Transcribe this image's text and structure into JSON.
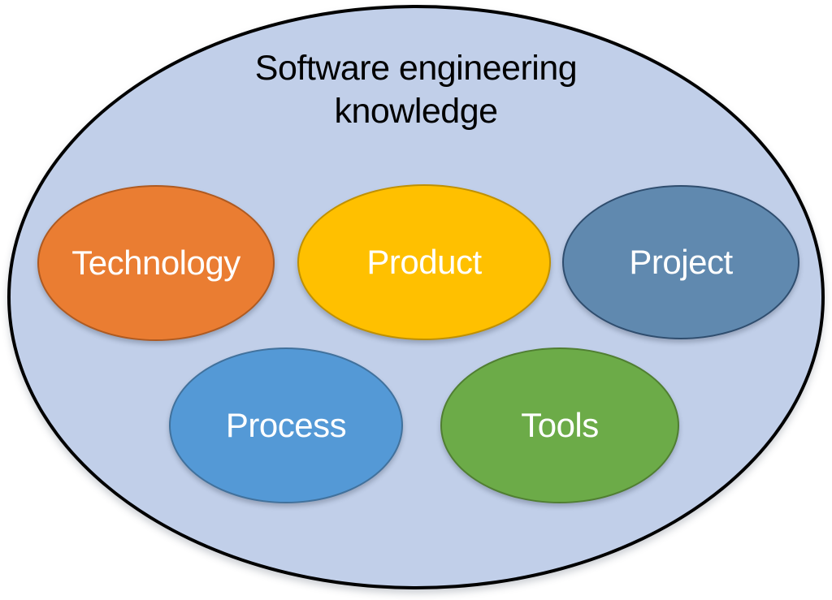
{
  "diagram": {
    "title": "Software engineering knowledge",
    "title_color": "#000000",
    "container": {
      "fill": "#C1CFE9",
      "border": "#000000"
    },
    "label_color": "#FFFFFF",
    "ellipses": [
      {
        "label": "Technology",
        "fill": "#EA7D32",
        "border": "#AE5A21"
      },
      {
        "label": "Product",
        "fill": "#FFC000",
        "border": "#BF9000"
      },
      {
        "label": "Project",
        "fill": "#6089AF",
        "border": "#2F4D6E"
      },
      {
        "label": "Process",
        "fill": "#5499D6",
        "border": "#41719C"
      },
      {
        "label": "Tools",
        "fill": "#6CAB48",
        "border": "#507E32"
      }
    ]
  }
}
